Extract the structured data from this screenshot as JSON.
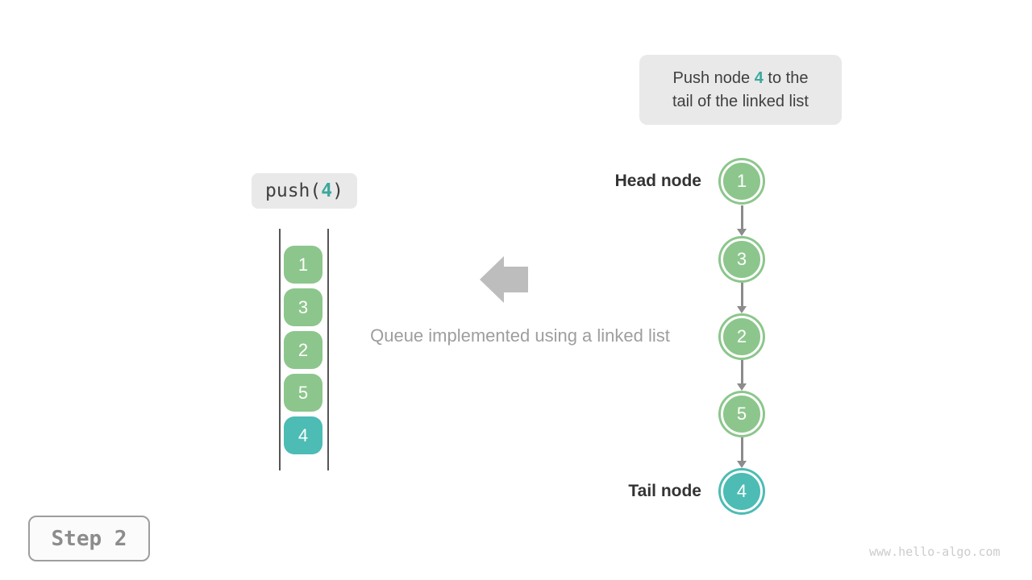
{
  "colors": {
    "green": "#8CC68C",
    "teal": "#4CBCB4",
    "teal_text": "#3BA89D",
    "box_bg": "#E9E9E9",
    "dark_text": "#3F3F3F",
    "gray_arrow": "#BDBDBD",
    "caption_gray": "#9E9E9E",
    "connector_gray": "#8C8C8C",
    "step_text": "#8C8C8C",
    "watermark": "#CCCCCC"
  },
  "annotation": {
    "line1_pre": "Push node ",
    "line1_num": "4",
    "line1_post": " to the",
    "line2": "tail of the linked list"
  },
  "push_label": {
    "pre": "push(",
    "num": "4",
    "post": ")"
  },
  "stack": {
    "items": [
      {
        "value": "1"
      },
      {
        "value": "3"
      },
      {
        "value": "2"
      },
      {
        "value": "5"
      },
      {
        "value": "4"
      }
    ]
  },
  "caption": "Queue implemented using a linked list",
  "linked_list": {
    "head_label": "Head node",
    "tail_label": "Tail node",
    "nodes": [
      {
        "value": "1"
      },
      {
        "value": "3"
      },
      {
        "value": "2"
      },
      {
        "value": "5"
      },
      {
        "value": "4"
      }
    ]
  },
  "step_badge": "Step 2",
  "watermark": "www.hello-algo.com"
}
